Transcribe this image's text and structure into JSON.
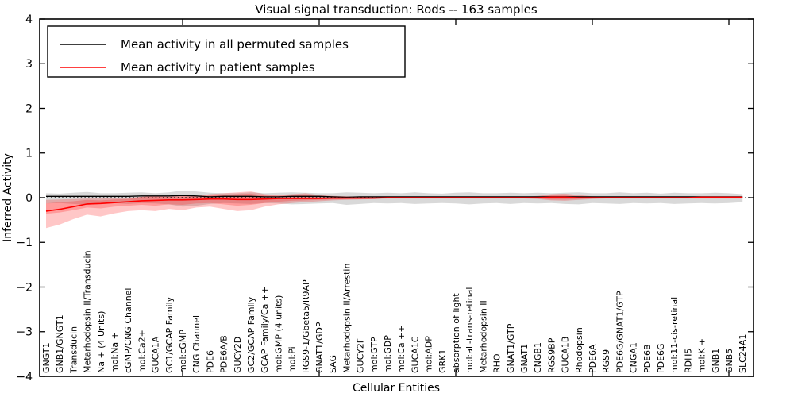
{
  "title": "Visual signal transduction: Rods -- 163 samples",
  "axes": {
    "x_label": "Cellular Entities",
    "y_label": "Inferred Activity",
    "y_ticks": [
      {
        "value": 4,
        "label": "4"
      },
      {
        "value": 3,
        "label": "3"
      },
      {
        "value": 2,
        "label": "2"
      },
      {
        "value": 1,
        "label": "1"
      },
      {
        "value": 0,
        "label": "0"
      },
      {
        "value": -1,
        "label": "−1"
      },
      {
        "value": -2,
        "label": "−2"
      },
      {
        "value": -3,
        "label": "−3"
      },
      {
        "value": -4,
        "label": "−4"
      }
    ]
  },
  "legend": {
    "items": [
      {
        "label": "Mean activity in all permuted samples",
        "color": "#000000"
      },
      {
        "label": "Mean activity in patient samples",
        "color": "#ff0000"
      }
    ]
  },
  "chart_data": {
    "type": "line",
    "title": "Visual signal transduction: Rods -- 163 samples",
    "xlabel": "Cellular Entities",
    "ylabel": "Inferred Activity",
    "ylim": [
      -4,
      4
    ],
    "grid": false,
    "legend_position": "upper left",
    "zero_reference_line": {
      "style": "dotted",
      "color": "#000000",
      "y": 0
    },
    "categories": [
      "GNGT1",
      "GNB1/GNGT1",
      "Transducin",
      "Metarhodopsin II/Transducin",
      "Na + (4 Units)",
      "mol:Na +",
      "cGMP/CNG Channel",
      "mol:Ca2+",
      "GUCA1A",
      "GC1/GCAP Family",
      "mol:cGMP",
      "CNG Channel",
      "PDE6",
      "PDE6A/B",
      "GUCY2D",
      "GC2/GCAP Family",
      "GCAP Family/Ca ++",
      "mol:GMP (4 units)",
      "mol:Pi",
      "RGS9-1/Gbeta5/R9AP",
      "GNAT1/GDP",
      "SAG",
      "Metarhodopsin II/Arrestin",
      "GUCY2F",
      "mol:GTP",
      "mol:GDP",
      "mol:Ca ++",
      "GUCA1C",
      "mol:ADP",
      "GRK1",
      "absorption of light",
      "mol:all-trans-retinal",
      "Metarhodopsin II",
      "RHO",
      "GNAT1/GTP",
      "GNAT1",
      "CNGB1",
      "RGS9BP",
      "GUCA1B",
      "Rhodopsin",
      "PDE6A",
      "RGS9",
      "PDE6G/GNAT1/GTP",
      "CNGA1",
      "PDE6B",
      "PDE6G",
      "mol:11-cis-retinal",
      "RDH5",
      "mol:K +",
      "GNB1",
      "GNB5",
      "SLC24A1"
    ],
    "series": [
      {
        "name": "Mean activity in all permuted samples",
        "color": "#000000",
        "style": "solid",
        "values": [
          0.03,
          0.03,
          0.03,
          0.03,
          0.03,
          0.03,
          0.03,
          0.04,
          0.04,
          0.04,
          0.05,
          0.04,
          0.02,
          0.03,
          0.03,
          0.03,
          0.02,
          0.02,
          0.03,
          0.03,
          0.03,
          0.02,
          0.01,
          0.02,
          0.02,
          0.02,
          0.02,
          0.02,
          0.02,
          0.02,
          0.02,
          0.02,
          0.02,
          0.02,
          0.02,
          0.02,
          0.02,
          0.02,
          0.02,
          0.02,
          0.02,
          0.02,
          0.02,
          0.02,
          0.02,
          0.02,
          0.02,
          0.02,
          0.02,
          0.02,
          0.02,
          0.02
        ]
      },
      {
        "name": "Mean activity in patient samples",
        "color": "#ff0000",
        "style": "solid",
        "values": [
          -0.3,
          -0.26,
          -0.2,
          -0.14,
          -0.13,
          -0.11,
          -0.09,
          -0.07,
          -0.06,
          -0.05,
          -0.05,
          -0.04,
          -0.03,
          -0.03,
          -0.04,
          -0.04,
          -0.03,
          -0.02,
          -0.02,
          -0.02,
          -0.02,
          -0.01,
          -0.01,
          -0.01,
          -0.01,
          0.0,
          0.0,
          0.0,
          0.0,
          0.0,
          0.0,
          0.0,
          0.0,
          0.0,
          0.0,
          0.0,
          0.0,
          0.01,
          0.01,
          0.0,
          0.0,
          0.0,
          0.0,
          0.0,
          0.0,
          0.0,
          0.0,
          0.0,
          0.01,
          0.01,
          0.01,
          0.01
        ]
      }
    ],
    "bands": [
      {
        "name": "permuted-samples-band",
        "color": "#aaaaaa",
        "opacity": 0.45,
        "hi": [
          0.1,
          0.09,
          0.11,
          0.13,
          0.1,
          0.1,
          0.11,
          0.12,
          0.1,
          0.12,
          0.16,
          0.14,
          0.11,
          0.1,
          0.1,
          0.12,
          0.1,
          0.11,
          0.12,
          0.11,
          0.1,
          0.1,
          0.12,
          0.11,
          0.1,
          0.11,
          0.1,
          0.12,
          0.1,
          0.09,
          0.11,
          0.12,
          0.1,
          0.1,
          0.11,
          0.1,
          0.11,
          0.1,
          0.11,
          0.12,
          0.1,
          0.1,
          0.12,
          0.1,
          0.11,
          0.09,
          0.11,
          0.1,
          0.1,
          0.11,
          0.1,
          0.08
        ],
        "lo": [
          -0.13,
          -0.12,
          -0.14,
          -0.16,
          -0.13,
          -0.12,
          -0.14,
          -0.12,
          -0.13,
          -0.15,
          -0.2,
          -0.18,
          -0.14,
          -0.12,
          -0.13,
          -0.14,
          -0.12,
          -0.13,
          -0.15,
          -0.14,
          -0.13,
          -0.12,
          -0.16,
          -0.14,
          -0.12,
          -0.13,
          -0.12,
          -0.14,
          -0.13,
          -0.12,
          -0.13,
          -0.15,
          -0.13,
          -0.12,
          -0.14,
          -0.12,
          -0.13,
          -0.12,
          -0.14,
          -0.15,
          -0.12,
          -0.13,
          -0.14,
          -0.12,
          -0.13,
          -0.12,
          -0.14,
          -0.13,
          -0.12,
          -0.13,
          -0.12,
          -0.1
        ]
      },
      {
        "name": "patient-samples-band-outer",
        "color": "#ff0000",
        "opacity": 0.22,
        "hi": [
          -0.13,
          -0.1,
          -0.08,
          -0.05,
          -0.06,
          -0.04,
          -0.03,
          0.02,
          0.04,
          0.03,
          0.05,
          0.04,
          0.08,
          0.1,
          0.12,
          0.14,
          0.08,
          0.06,
          0.08,
          0.1,
          0.06,
          0.04,
          0.03,
          0.02,
          0.02,
          0.02,
          0.02,
          0.02,
          0.02,
          0.02,
          0.02,
          0.02,
          0.02,
          0.02,
          0.02,
          0.02,
          0.04,
          0.08,
          0.09,
          0.06,
          0.03,
          0.02,
          0.02,
          0.02,
          0.02,
          0.02,
          0.02,
          0.02,
          0.02,
          0.02,
          0.02,
          0.02
        ],
        "lo": [
          -0.68,
          -0.6,
          -0.48,
          -0.38,
          -0.42,
          -0.35,
          -0.3,
          -0.28,
          -0.3,
          -0.25,
          -0.28,
          -0.22,
          -0.2,
          -0.25,
          -0.3,
          -0.28,
          -0.2,
          -0.15,
          -0.12,
          -0.1,
          -0.08,
          -0.06,
          -0.05,
          -0.04,
          -0.03,
          -0.02,
          -0.02,
          -0.02,
          -0.02,
          -0.02,
          -0.02,
          -0.02,
          -0.02,
          -0.02,
          -0.02,
          -0.02,
          -0.03,
          -0.06,
          -0.07,
          -0.05,
          -0.03,
          -0.02,
          -0.02,
          -0.02,
          -0.02,
          -0.02,
          -0.02,
          -0.02,
          -0.02,
          -0.02,
          -0.02,
          -0.02
        ]
      },
      {
        "name": "patient-samples-band-inner",
        "color": "#ff0000",
        "opacity": 0.22,
        "hi": [
          -0.05,
          -0.04,
          -0.03,
          -0.02,
          -0.02,
          -0.01,
          0.0,
          0.02,
          0.03,
          0.02,
          0.03,
          0.03,
          0.05,
          0.06,
          0.08,
          0.09,
          0.05,
          0.04,
          0.05,
          0.06,
          0.04,
          0.03,
          0.02,
          0.02,
          0.01,
          0.01,
          0.01,
          0.01,
          0.01,
          0.01,
          0.01,
          0.01,
          0.01,
          0.01,
          0.01,
          0.01,
          0.02,
          0.05,
          0.05,
          0.03,
          0.02,
          0.01,
          0.01,
          0.01,
          0.01,
          0.01,
          0.01,
          0.01,
          0.01,
          0.01,
          0.01,
          0.01
        ],
        "lo": [
          -0.36,
          -0.33,
          -0.28,
          -0.22,
          -0.24,
          -0.2,
          -0.18,
          -0.16,
          -0.18,
          -0.15,
          -0.16,
          -0.13,
          -0.12,
          -0.15,
          -0.18,
          -0.16,
          -0.12,
          -0.09,
          -0.07,
          -0.06,
          -0.05,
          -0.04,
          -0.03,
          -0.03,
          -0.02,
          -0.01,
          -0.01,
          -0.01,
          -0.01,
          -0.01,
          -0.01,
          -0.01,
          -0.01,
          -0.01,
          -0.01,
          -0.01,
          -0.02,
          -0.04,
          -0.04,
          -0.03,
          -0.02,
          -0.01,
          -0.01,
          -0.01,
          -0.01,
          -0.01,
          -0.01,
          -0.01,
          -0.01,
          -0.01,
          -0.01,
          -0.01
        ]
      }
    ]
  }
}
